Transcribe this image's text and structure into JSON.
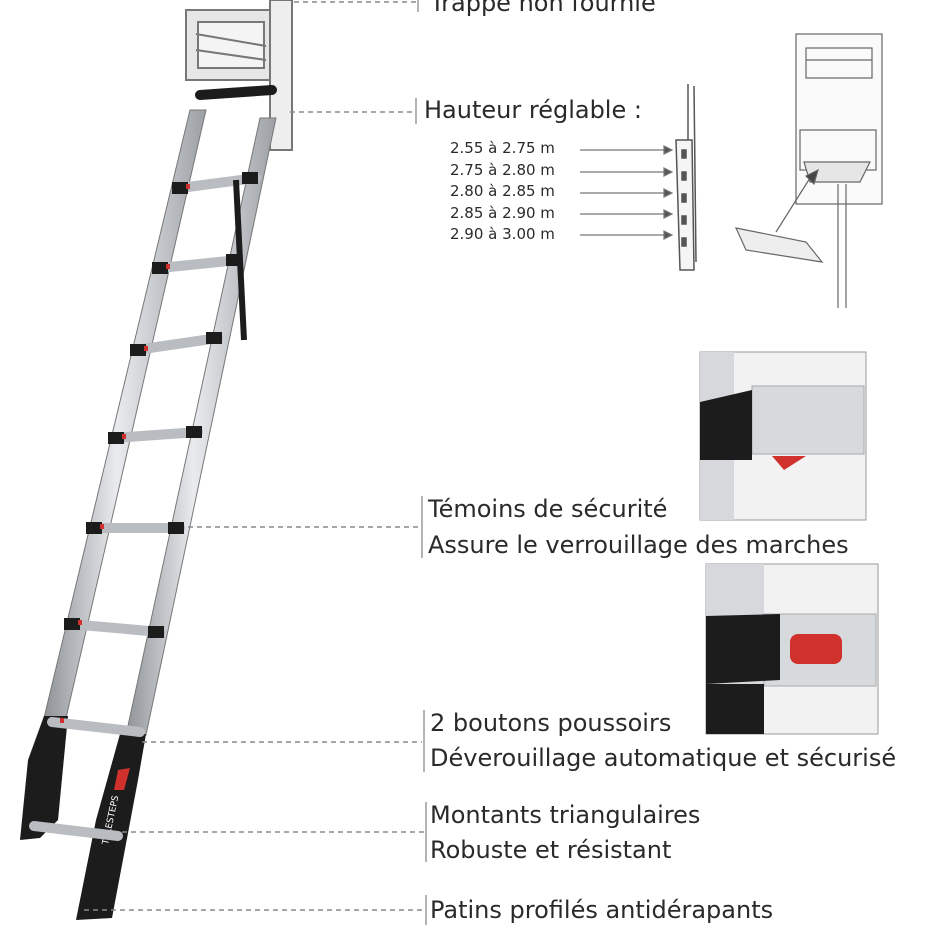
{
  "top_label": "Trappe non fournie",
  "height_heading": "Hauteur réglable :",
  "heights": [
    "2.55 à 2.75 m",
    "2.75 à 2.80 m",
    "2.80 à 2.85 m",
    "2.85 à 2.90 m",
    "2.90 à 3.00 m"
  ],
  "feature_safety": {
    "title": "Témoins de sécurité",
    "desc": "Assure le verrouillage des marches"
  },
  "feature_buttons": {
    "title": "2 boutons poussoirs",
    "desc": "Déverouillage automatique et sécurisé"
  },
  "feature_uprights": {
    "title": "Montants triangulaires",
    "desc": "Robuste et résistant"
  },
  "feature_feet": {
    "title": "Patins profilés antidérapants"
  },
  "brand_text": "TELESTEPS",
  "colors": {
    "aluminium": "#c9ccd0",
    "black": "#1c1c1c",
    "red": "#d0312d",
    "line": "#8a8a8a"
  }
}
